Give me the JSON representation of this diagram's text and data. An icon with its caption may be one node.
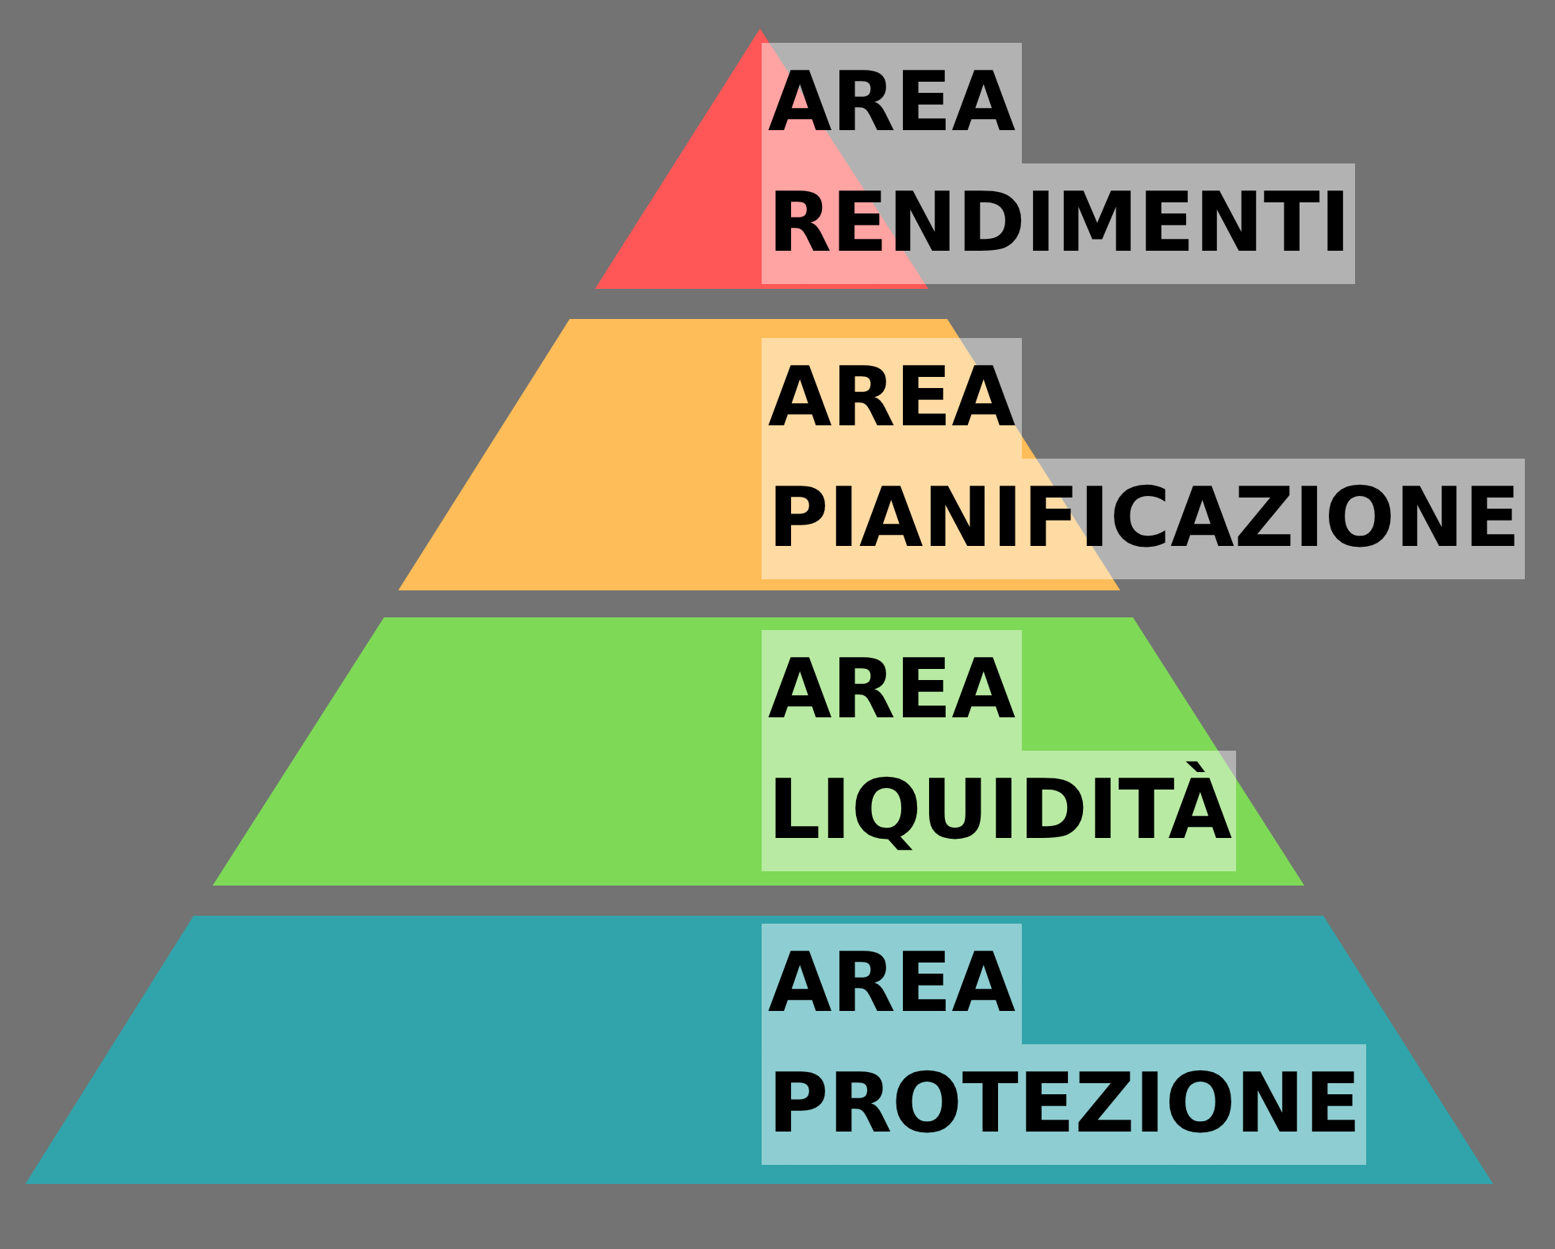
{
  "diagram": {
    "nodes": [
      {
        "text": [
          "AREA RENDIMENTI"
        ]
      },
      {
        "text": [
          "AREA PIANIFICAZIONE"
        ]
      },
      {
        "text": [
          "AREA LIQUIDITÀ"
        ]
      },
      {
        "text": [
          "AREA PROTEZIONE"
        ]
      }
    ]
  }
}
